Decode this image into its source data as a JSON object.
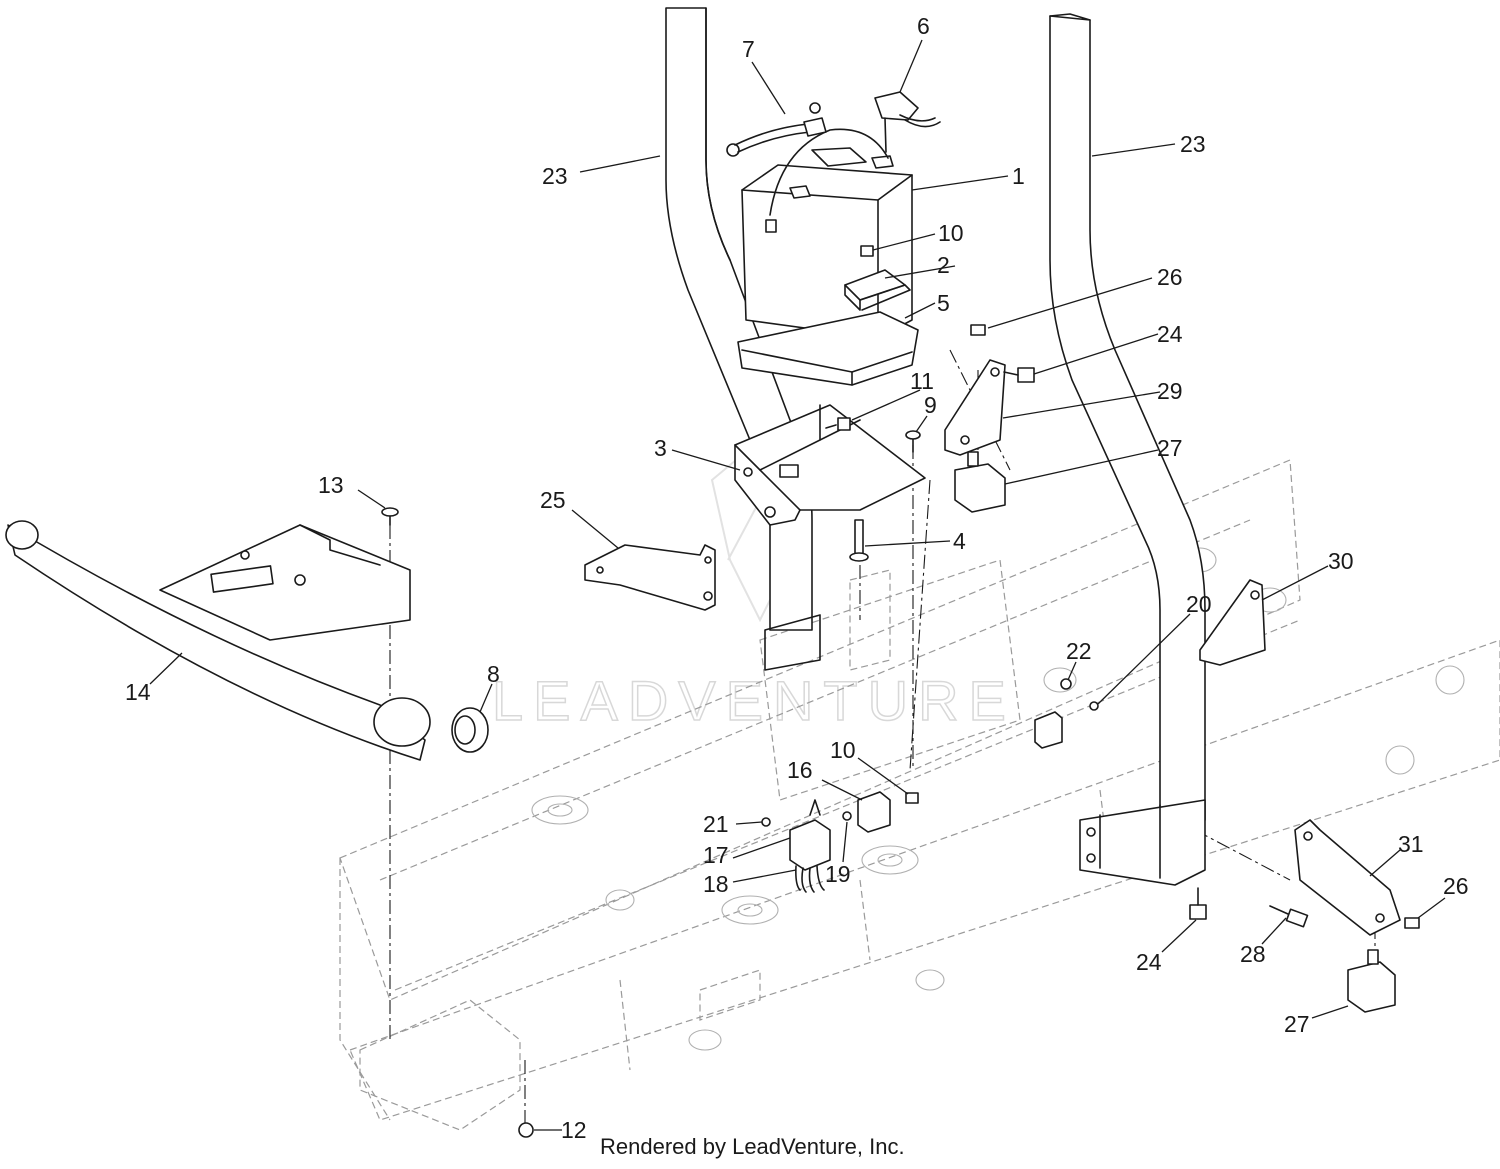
{
  "diagram": {
    "watermark_text": "LEADVENTURE",
    "footer_text": "Rendered by LeadVenture, Inc.",
    "callouts": [
      {
        "id": "c23a",
        "text": "23"
      },
      {
        "id": "c7",
        "text": "7"
      },
      {
        "id": "c6",
        "text": "6"
      },
      {
        "id": "c23b",
        "text": "23"
      },
      {
        "id": "c1",
        "text": "1"
      },
      {
        "id": "c10a",
        "text": "10"
      },
      {
        "id": "c2",
        "text": "2"
      },
      {
        "id": "c26a",
        "text": "26"
      },
      {
        "id": "c5",
        "text": "5"
      },
      {
        "id": "c24a",
        "text": "24"
      },
      {
        "id": "c11",
        "text": "11"
      },
      {
        "id": "c29",
        "text": "29"
      },
      {
        "id": "c9",
        "text": "9"
      },
      {
        "id": "c3",
        "text": "3"
      },
      {
        "id": "c27a",
        "text": "27"
      },
      {
        "id": "c13",
        "text": "13"
      },
      {
        "id": "c25",
        "text": "25"
      },
      {
        "id": "c4",
        "text": "4"
      },
      {
        "id": "c30",
        "text": "30"
      },
      {
        "id": "c20",
        "text": "20"
      },
      {
        "id": "c22",
        "text": "22"
      },
      {
        "id": "c8",
        "text": "8"
      },
      {
        "id": "c14",
        "text": "14"
      },
      {
        "id": "c10b",
        "text": "10"
      },
      {
        "id": "c16",
        "text": "16"
      },
      {
        "id": "c21",
        "text": "21"
      },
      {
        "id": "c31",
        "text": "31"
      },
      {
        "id": "c17",
        "text": "17"
      },
      {
        "id": "c19",
        "text": "19"
      },
      {
        "id": "c18",
        "text": "18"
      },
      {
        "id": "c26b",
        "text": "26"
      },
      {
        "id": "c28",
        "text": "28"
      },
      {
        "id": "c24b",
        "text": "24"
      },
      {
        "id": "c27b",
        "text": "27"
      },
      {
        "id": "c12",
        "text": "12"
      }
    ]
  }
}
